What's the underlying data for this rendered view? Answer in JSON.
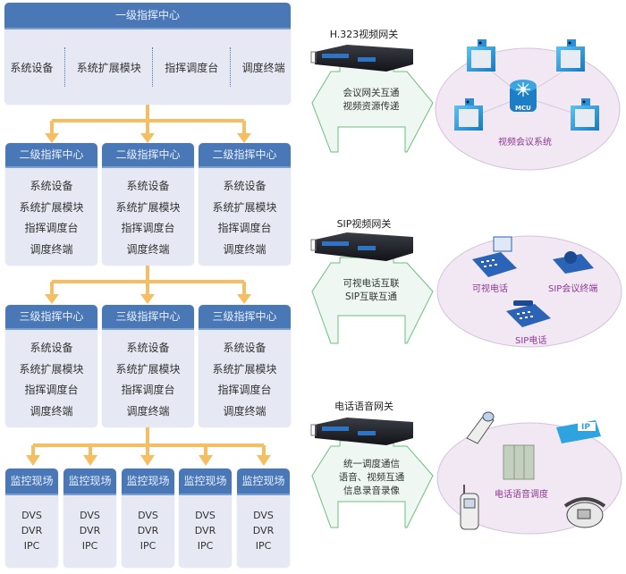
{
  "colors": {
    "header_blue": "#4a78b6",
    "box_bg": "#e6e9f4",
    "arrow_orange": "#f5be62",
    "hex_green": "#5fae6f",
    "ellipse_fill": "#efe6f3",
    "label_purple": "#8e3a93",
    "device_blue": "#2f8fd0"
  },
  "level1": {
    "title": "一级指挥中心",
    "items": [
      "系统设备",
      "系统扩展模块",
      "指挥调度台",
      "调度终端"
    ]
  },
  "level2": [
    {
      "title": "二级指挥中心",
      "items": [
        "系统设备",
        "系统扩展模块",
        "指挥调度台",
        "调度终端"
      ]
    },
    {
      "title": "二级指挥中心",
      "items": [
        "系统设备",
        "系统扩展模块",
        "指挥调度台",
        "调度终端"
      ]
    },
    {
      "title": "二级指挥中心",
      "items": [
        "系统设备",
        "系统扩展模块",
        "指挥调度台",
        "调度终端"
      ]
    }
  ],
  "level3": [
    {
      "title": "三级指挥中心",
      "items": [
        "系统设备",
        "系统扩展模块",
        "指挥调度台",
        "调度终端"
      ]
    },
    {
      "title": "三级指挥中心",
      "items": [
        "系统设备",
        "系统扩展模块",
        "指挥调度台",
        "调度终端"
      ]
    },
    {
      "title": "三级指挥中心",
      "items": [
        "系统设备",
        "系统扩展模块",
        "指挥调度台",
        "调度终端"
      ]
    }
  ],
  "sites": [
    {
      "title": "监控现场",
      "items": [
        "DVS",
        "DVR",
        "IPC"
      ]
    },
    {
      "title": "监控现场",
      "items": [
        "DVS",
        "DVR",
        "IPC"
      ]
    },
    {
      "title": "监控现场",
      "items": [
        "DVS",
        "DVR",
        "IPC"
      ]
    },
    {
      "title": "监控现场",
      "items": [
        "DVS",
        "DVR",
        "IPC"
      ]
    },
    {
      "title": "监控现场",
      "items": [
        "DVS",
        "DVR",
        "IPC"
      ]
    }
  ],
  "gateways": [
    {
      "title": "H.323视频网关",
      "desc": [
        "会议网关互通",
        "视频资源传递"
      ],
      "system": {
        "label": "视频会议系统",
        "hub": "MCU",
        "devices": [
          "video-terminal",
          "video-terminal",
          "video-terminal",
          "video-terminal"
        ]
      }
    },
    {
      "title": "SIP视频网关",
      "desc": [
        "可视电话互联",
        "SIP互联互通"
      ],
      "system": {
        "labels": [
          "可视电话",
          "SIP会议终端",
          "SIP电话"
        ]
      }
    },
    {
      "title": "电话语音网关",
      "desc": [
        "统一调度通信",
        "语音、视频互通",
        "信息录音录像"
      ],
      "system": {
        "label": "电话语音调度",
        "ip_badge": "IP"
      }
    }
  ]
}
